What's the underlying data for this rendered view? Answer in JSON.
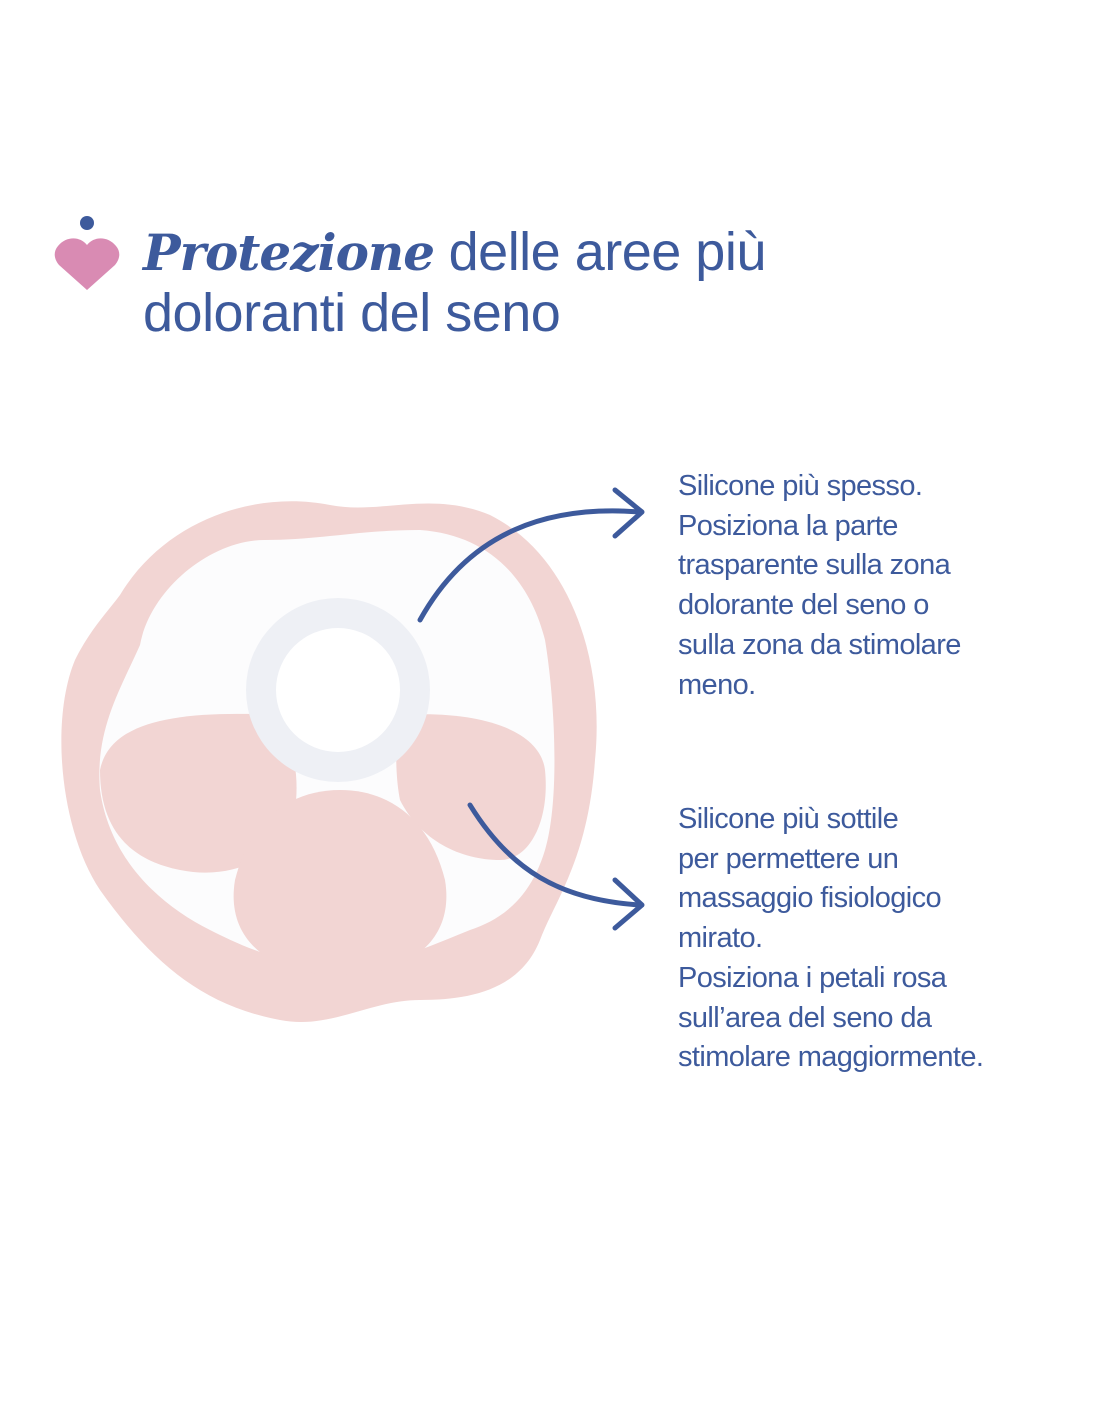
{
  "heading": {
    "emphasis": "Protezione",
    "line1_rest": "delle aree più",
    "line2": "doloranti del seno"
  },
  "callouts": [
    {
      "lines": [
        "Silicone più spesso.",
        "Posiziona la parte",
        "trasparente sulla zona",
        "dolorante del seno o",
        "sulla zona da stimolare",
        "meno."
      ]
    },
    {
      "lines": [
        "Silicone più sottile",
        "per permettere un",
        "massaggio fisiologico",
        "mirato.",
        "Posiziona i petali rosa",
        "sull’area del seno da",
        "stimolare maggiormente."
      ]
    }
  ],
  "colors": {
    "text": "#3d5a9c",
    "accent_pink": "#d98bb3",
    "product_pink": "#f1d3d1"
  }
}
